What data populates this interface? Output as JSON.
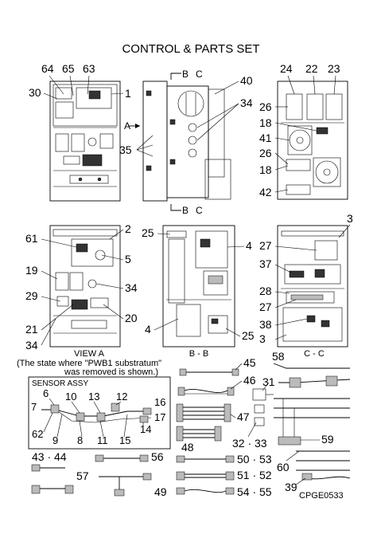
{
  "title": "CONTROL & PARTS SET",
  "view_a_caption": {
    "line1": "VIEW A",
    "line2": "(The state where \"PWB1 substratum\"",
    "line3": "was removed is shown.)"
  },
  "section_labels": {
    "b_b": "B - B",
    "c_c": "C - C",
    "sensor_assy": "SENSOR ASSY",
    "arrow_a": "A",
    "arrow_b_top": "B",
    "arrow_c_top": "C",
    "arrow_b_bottom": "B",
    "arrow_c_bottom": "C"
  },
  "code": "CPGE0533",
  "callouts": {
    "c64": "64",
    "c65": "65",
    "c63": "63",
    "c30": "30",
    "c1": "1",
    "c40": "40",
    "c34a": "34",
    "c35": "35",
    "c24": "24",
    "c22": "22",
    "c23": "23",
    "c26a": "26",
    "c18a": "18",
    "c41": "41",
    "c26b": "26",
    "c18b": "18",
    "c42": "42",
    "c2": "2",
    "c61": "61",
    "c5": "5",
    "c19": "19",
    "c29": "29",
    "c34b": "34",
    "c21": "21",
    "c20": "20",
    "c34c": "34",
    "c25a": "25",
    "c4a": "4",
    "c4b": "4",
    "c25b": "25",
    "c3a": "3",
    "c27a": "27",
    "c37": "37",
    "c28": "28",
    "c27b": "27",
    "c38": "38",
    "c3b": "3",
    "c45": "45",
    "c46": "46",
    "c31": "31",
    "c58": "58",
    "c47": "47",
    "c48": "48",
    "c32_33": "32 · 33",
    "c59": "59",
    "c6": "6",
    "c7": "7",
    "c10": "10",
    "c13": "13",
    "c12": "12",
    "c16": "16",
    "c17": "17",
    "c62": "62",
    "c9": "9",
    "c8": "8",
    "c11": "11",
    "c15": "15",
    "c14": "14",
    "c43_44": "43 · 44",
    "c56": "56",
    "c57": "57",
    "c49": "49",
    "c50_53": "50 · 53",
    "c51_52": "51 · 52",
    "c54_55": "54 · 55",
    "c60": "60",
    "c39": "39"
  }
}
